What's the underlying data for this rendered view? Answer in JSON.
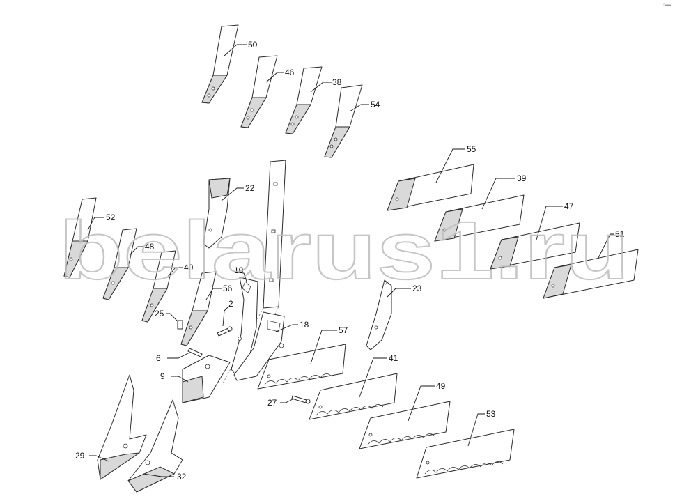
{
  "watermark": "belarus1.ru",
  "callouts": [
    "50",
    "46",
    "38",
    "54",
    "22",
    "55",
    "39",
    "47",
    "51",
    "52",
    "48",
    "40",
    "10",
    "56",
    "25",
    "2",
    "23",
    "18",
    "57",
    "6",
    "9",
    "41",
    "27",
    "49",
    "53",
    "29",
    "32"
  ]
}
